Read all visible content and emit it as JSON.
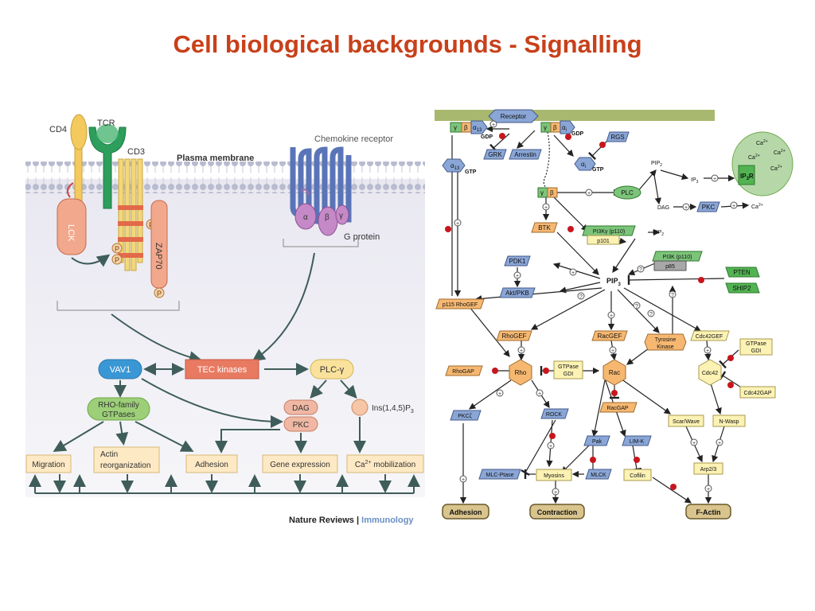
{
  "slide": {
    "title": "Cell biological backgrounds - Signalling"
  },
  "left": {
    "membrane_label": "Plasma membrane",
    "cd4": "CD4",
    "tcr": "TCR",
    "cd3": "CD3",
    "chemokine_receptor": "Chemokine receptor",
    "lck": "LCK",
    "zap70": "ZAP70",
    "p": "P",
    "alpha": "α",
    "beta": "β",
    "gamma": "γ",
    "g_protein": "G protein",
    "vav1": "VAV1",
    "tec": "TEC kinases",
    "plc_gamma": "PLC-γ",
    "rho_family": "RHO-family",
    "gtpases": "GTPases",
    "dag": "DAG",
    "pkc": "PKC",
    "ins_main": "Ins(1,4,5)P",
    "ins_sub": "3",
    "out_migration": "Migration",
    "out_actin_1": "Actin",
    "out_actin_2": "reorganization",
    "out_adhesion": "Adhesion",
    "out_gene": "Gene expression",
    "out_ca_a": "Ca",
    "out_ca_sup": "2+",
    "out_ca_b": " mobilization",
    "credit_journal": "Nature Reviews",
    "credit_sep": " | ",
    "credit_section": "Immunology"
  },
  "right": {
    "receptor": "Receptor",
    "gamma": "γ",
    "beta": "β",
    "alpha13": "α",
    "sub13": "13",
    "alphai": "α",
    "subi": "i",
    "gdp": "GDP",
    "gtp": "GTP",
    "grk": "GRK",
    "arrestin": "Arrestin",
    "rgs": "RGS",
    "pip2": "PIP",
    "pip_sub2": "2",
    "ip3": "IP",
    "ip_sub3": "3",
    "ip3r": "IP",
    "ip3r_sub": "3",
    "ip3r_r": "R",
    "ca": "Ca",
    "ca_sup": "2+",
    "dag": "DAG",
    "pkc": "PKC",
    "plc": "PLC",
    "btk": "BTK",
    "pi3k_gamma": "PI3Kγ (p110)",
    "p101": "p101",
    "pi3k": "PI3K (p110)",
    "p85": "p85",
    "pdk1": "PDK1",
    "akt": "Akt/PKB",
    "pip3": "PIP",
    "pip3_sub": "3",
    "pten": "PTEN",
    "ship2": "SHIP2",
    "p115": "p115 RhoGEF",
    "rhogef": "RhoGEF",
    "racgef": "RacGEF",
    "tyrosine_1": "Tyrosine",
    "tyrosine_2": "Kinase",
    "cdc42gef": "Cdc42GEF",
    "gtpase_1": "GTPase",
    "gtpase_2": "GDI",
    "rhogap": "RhoGAP",
    "rho": "Rho",
    "rac": "Rac",
    "cdc42": "Cdc42",
    "racgap": "RacGAP",
    "cdc42gap": "Cdc42GAP",
    "pkc_zeta": "PKCζ",
    "rock": "ROCK",
    "scar": "Scar/Wave",
    "nwasp": "N-Wasp",
    "pak": "Pak",
    "limk": "LIM-K",
    "mlcptase": "MLC-Ptase",
    "myosins": "Myosins",
    "mlck": "MLCK",
    "cofilin": "Cofilin",
    "arp": "Arp2/3",
    "adhesion": "Adhesion",
    "contraction": "Contraction",
    "factin": "F-Actin",
    "plus": "+",
    "q": "?"
  },
  "colors": {
    "title": "#c8401a",
    "membrane_band": "#a8b86e",
    "blue_node": "#8aa6d6",
    "orange_node": "#f6b871",
    "yellow_node": "#fcf2b4",
    "green_node": "#7cc47a",
    "red_dot": "#c8161d",
    "outcome": "#d8c48c"
  }
}
